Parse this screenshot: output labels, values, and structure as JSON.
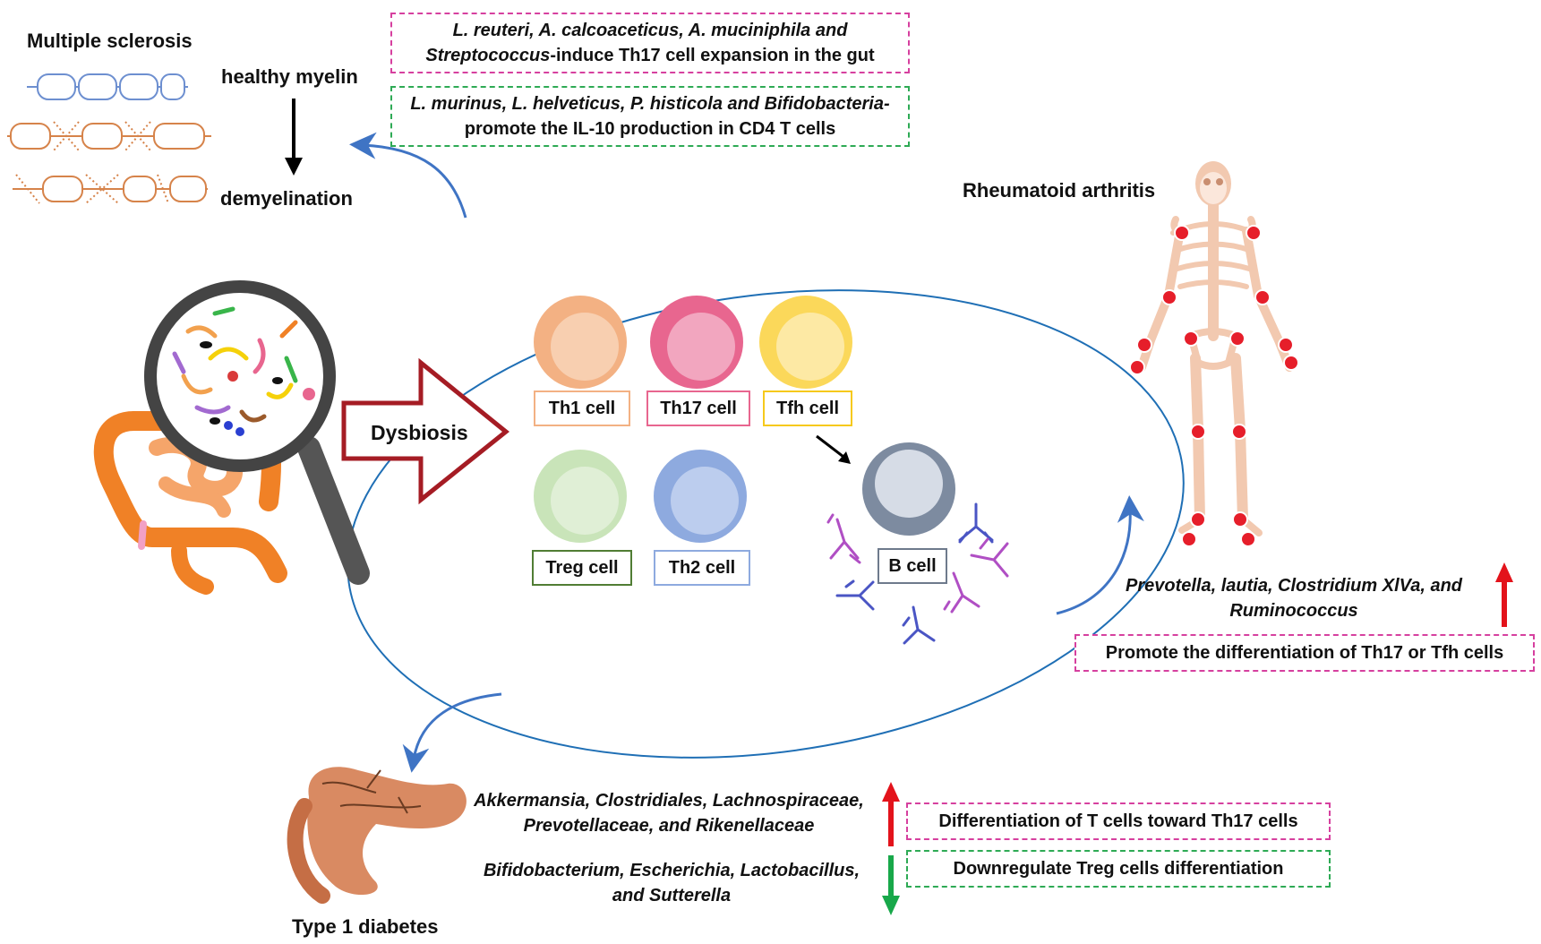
{
  "labels": {
    "ms_title": "Multiple sclerosis",
    "healthy_myelin": "healthy myelin",
    "demyelination": "demyelination",
    "ra_title": "Rheumatoid arthritis",
    "t1d_title": "Type 1 diabetes",
    "dysbiosis": "Dysbiosis"
  },
  "ms_boxes": {
    "pink_line1": "L. reuteri, A. calcoaceticus, A. muciniphila and",
    "pink_line2_italic": "Streptococcus",
    "pink_line2_rest": "-induce Th17 cell expansion in the gut",
    "green_line1": "L. murinus, L. helveticus, P. histicola and Bifidobacteria-",
    "green_line2": "promote the IL-10 production in CD4 T cells"
  },
  "cells": {
    "th1": "Th1 cell",
    "th17": "Th17 cell",
    "tfh": "Tfh cell",
    "treg": "Treg cell",
    "th2": "Th2 cell",
    "bcell": "B cell"
  },
  "ra": {
    "bacteria_line1": "Prevotella, lautia, Clostridium XlVa, and",
    "bacteria_line2": "Ruminococcus",
    "box": "Promote the differentiation of Th17 or Tfh cells"
  },
  "t1d": {
    "up_line1": "Akkermansia, Clostridiales, Lachnospiraceae,",
    "up_line2": "Prevotellaceae, and Rikenellaceae",
    "down_line1": "Bifidobacterium, Escherichia, Lactobacillus,",
    "down_line2": "and Sutterella",
    "box_pink": "Differentiation of T cells toward Th17 cells",
    "box_green": "Downregulate Treg cells differentiation"
  },
  "colors": {
    "ellipse": "#1f6fb5",
    "curve_arrow": "#3f74c4",
    "dysbiosis_arrow": "#a51c24",
    "pink_dash": "#d6409f",
    "green_dash": "#2eaa55",
    "up_arrow": "#e3131b",
    "down_arrow": "#18a84a",
    "th1": "#f3b183",
    "th17": "#e8668f",
    "tfh": "#fbd85a",
    "treg": "#c9e4b9",
    "th2": "#8eaadf",
    "bcell": "#8895a8",
    "bone": "#f2c9b0",
    "joint": "#e61e2a"
  }
}
